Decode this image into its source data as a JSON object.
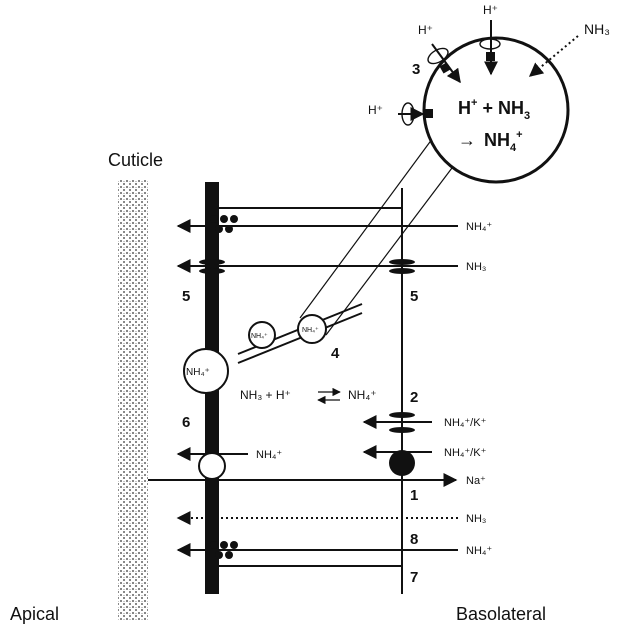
{
  "labels": {
    "cuticle": "Cuticle",
    "apical": "Apical",
    "basolateral": "Basolateral"
  },
  "vesicle": {
    "line1_a": "H",
    "line1_b": "+",
    "line1_c": " + NH",
    "line1_d": "3",
    "line2_arrow": "→",
    "line2_a": "NH",
    "line2_b": "4",
    "line2_c": "+",
    "h_plus_left": "H⁺",
    "h_plus_mid": "H⁺",
    "h_plus_top": "H⁺",
    "nh3_outside": "NH₃",
    "num3": "3"
  },
  "cell": {
    "nh4_top_right": "NH₄⁺",
    "nh3_top_right": "NH₃",
    "nh4_k_1": "NH₄⁺/K⁺",
    "nh4_k_2": "NH₄⁺/K⁺",
    "na": "Na⁺",
    "nh3_bottom_right": "NH₃",
    "nh4_bottom_right": "NH₄⁺",
    "nh4_apical_exit": "NH₄⁺",
    "nh4_circle_left": "NH₄⁺",
    "nh4_small_1": "NH₄⁺",
    "nh4_small_2": "NH₄⁺",
    "equilibrium_left": "NH₃ + H⁺",
    "equilibrium_right": "NH₄⁺"
  },
  "numbers": {
    "n1": "1",
    "n2": "2",
    "n3": "3",
    "n4": "4",
    "n5_left": "5",
    "n5_right": "5",
    "n6": "6",
    "n7": "7",
    "n8": "8"
  }
}
